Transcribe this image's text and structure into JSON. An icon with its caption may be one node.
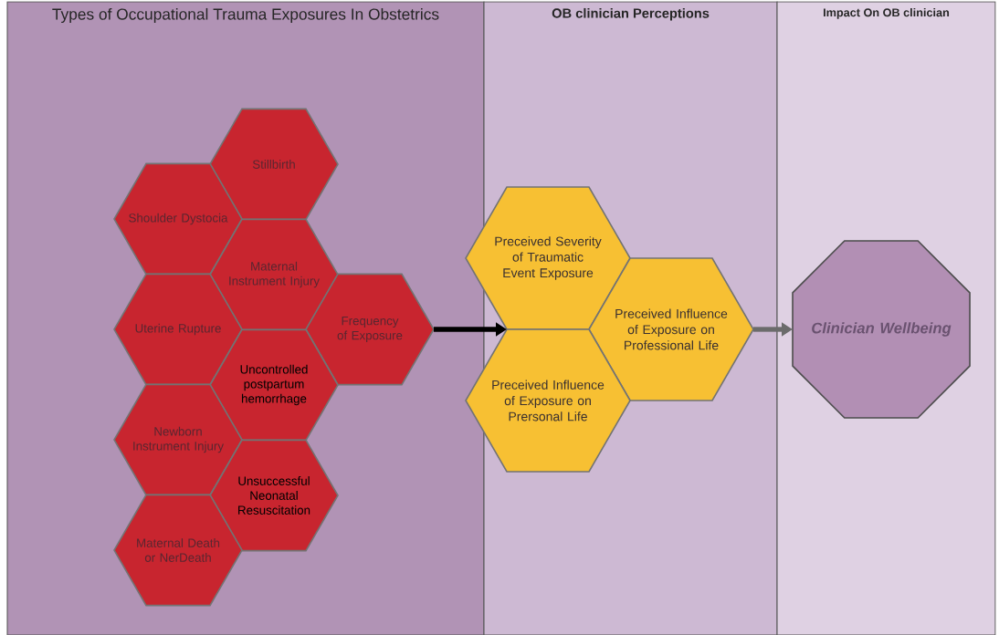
{
  "diagram": {
    "nodes": [
      {
        "text": [
          "Types of Occupational Trauma Exposures In Obstetrics"
        ]
      },
      {
        "text": [
          "Stillbirth"
        ],
        "in": 0
      },
      {
        "text": [
          "Shoulder Dystocia"
        ],
        "in": 0
      },
      {
        "text": [
          "Maternal Instrument Injury"
        ],
        "in": 0
      },
      {
        "text": [
          "Uterine Rupture"
        ],
        "in": 0
      },
      {
        "text": [
          "Frequency of Exposure"
        ],
        "in": 0
      },
      {
        "text": [
          "Uncontrolled postpartum hemorrhage"
        ],
        "in": 0
      },
      {
        "text": [
          "Newborn Instrument Injury"
        ],
        "in": 0
      },
      {
        "text": [
          "Unsuccessful Neonatal Resuscitation"
        ],
        "in": 0
      },
      {
        "text": [
          "Maternal Death or NerDeath"
        ],
        "in": 0
      },
      {
        "text": [
          "OB clinician Perceptions"
        ]
      },
      {
        "text": [
          "Preceived Severity of Traumatic Event Exposure"
        ],
        "in": 10
      },
      {
        "text": [
          "Preceived Influence of Exposure on Professional Life"
        ],
        "in": 10
      },
      {
        "text": [
          "Preceived Influence of Exposure on Prersonal Life"
        ],
        "in": 10
      },
      {
        "text": [
          "Impact On OB clinician"
        ]
      },
      {
        "text": [
          "Clinician Wellbeing"
        ],
        "in": 14
      }
    ],
    "edges": [
      {
        "from": 5,
        "to": 11,
        "arrow": "to",
        "color": "#000000"
      },
      {
        "from": 12,
        "to": 15,
        "arrow": "to",
        "color": "#6b6b6b"
      }
    ]
  }
}
